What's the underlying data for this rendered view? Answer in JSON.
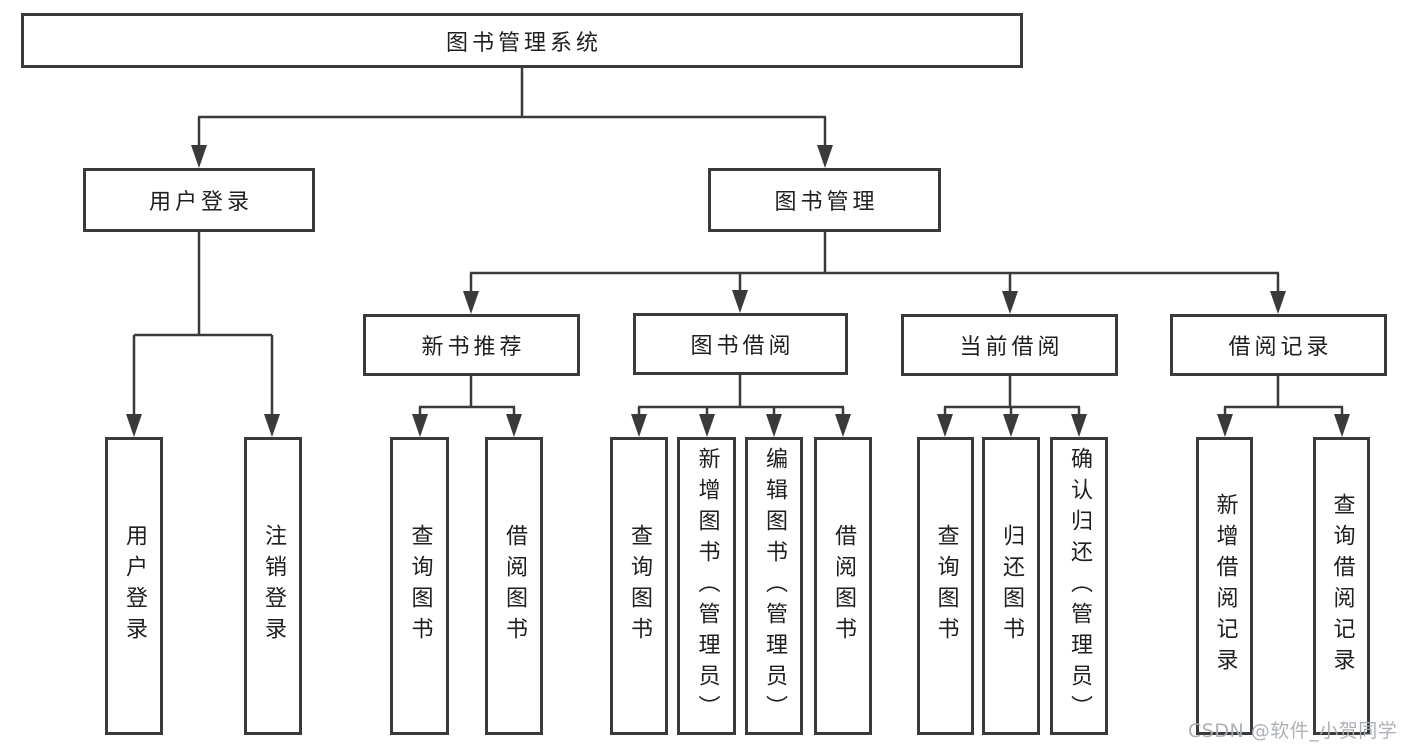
{
  "diagram": {
    "title": "图书管理系统",
    "level2": [
      "用户登录",
      "图书管理"
    ],
    "level3": [
      "新书推荐",
      "图书借阅",
      "当前借阅",
      "借阅记录"
    ],
    "leaves": [
      "用户登录",
      "注销登录",
      "查询图书",
      "借阅图书",
      "查询图书",
      "新增图书（管理员）",
      "编辑图书（管理员）",
      "借阅图书",
      "查询图书",
      "归还图书",
      "确认归还（管理员）",
      "新增借阅记录",
      "查询借阅记录"
    ]
  },
  "watermark": "CSDN @软件_小贺同学",
  "colors": {
    "line": "#3a3a3a",
    "text": "#1f1f1f",
    "background": "#ffffff",
    "watermark": "#a8adb2"
  }
}
